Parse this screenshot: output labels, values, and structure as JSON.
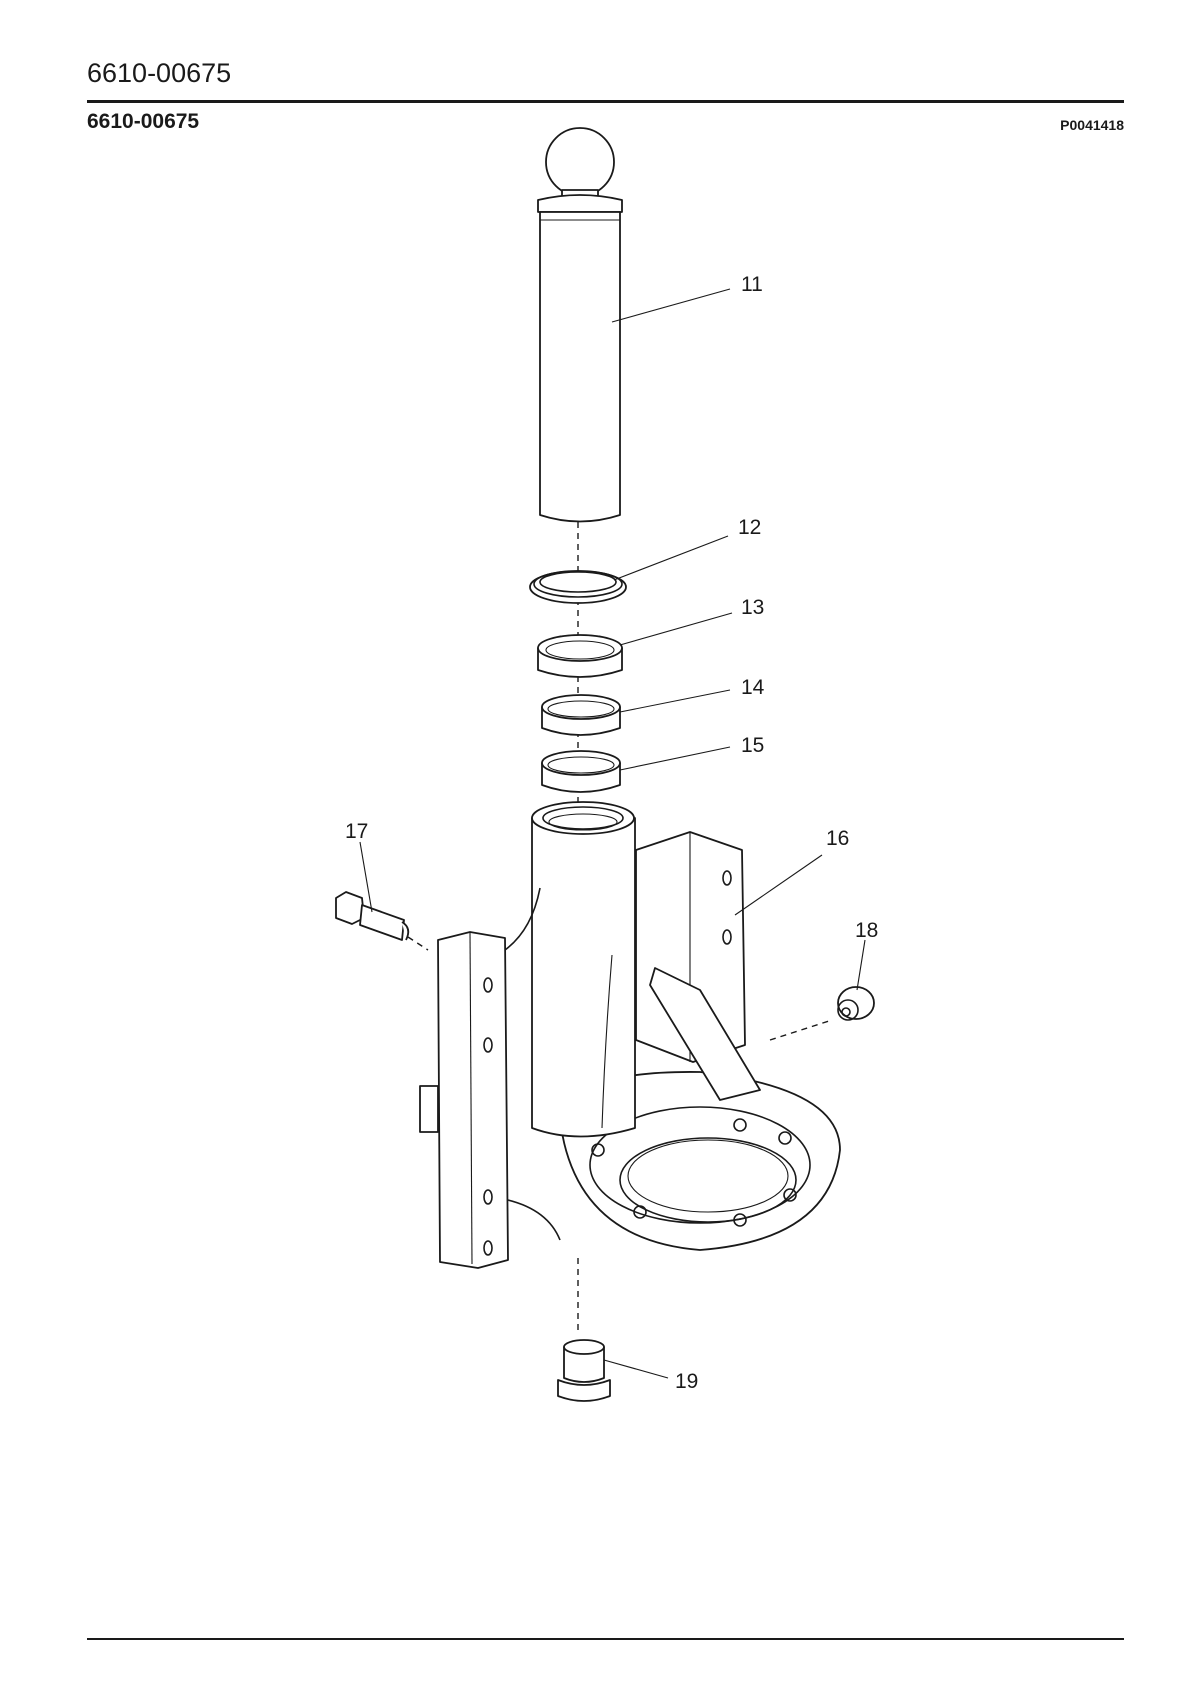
{
  "header": {
    "title": "6610-00675",
    "subtitle": "6610-00675",
    "figure_id": "P0041418"
  },
  "callouts": [
    {
      "part": "piston-rod",
      "label": "11"
    },
    {
      "part": "seal-ring",
      "label": "12"
    },
    {
      "part": "wiper-ring",
      "label": "13"
    },
    {
      "part": "bushing-upper",
      "label": "14"
    },
    {
      "part": "bushing-lower",
      "label": "15"
    },
    {
      "part": "housing",
      "label": "16"
    },
    {
      "part": "bolt",
      "label": "17"
    },
    {
      "part": "grease-nipple",
      "label": "18"
    },
    {
      "part": "plug",
      "label": "19"
    }
  ]
}
